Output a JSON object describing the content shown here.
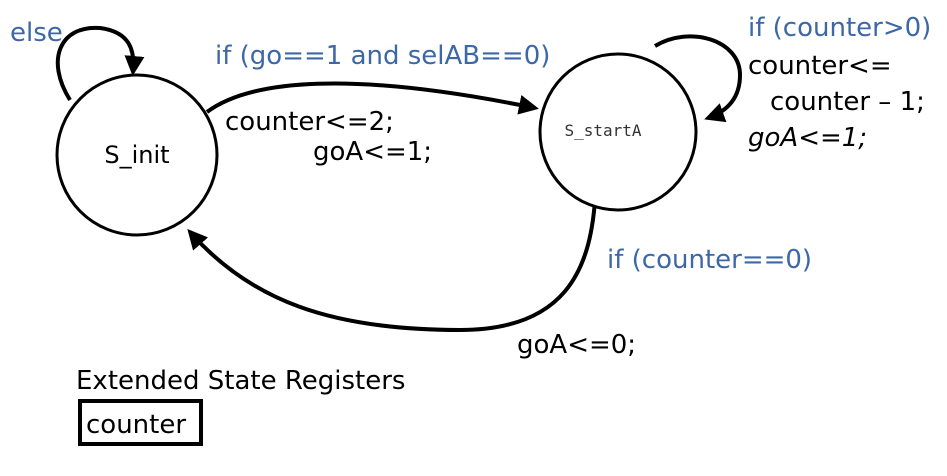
{
  "states": {
    "init": {
      "name": "S_init"
    },
    "startA": {
      "name": "S_startA"
    }
  },
  "transitions": {
    "init_self": {
      "condition": "else"
    },
    "init_to_startA": {
      "condition": "if (go==1 and selAB==0)",
      "actions": [
        "counter<=2;",
        "goA<=1;"
      ]
    },
    "startA_self": {
      "condition": "if (counter>0)",
      "actions": [
        "counter<=",
        "counter – 1;",
        "goA<=1;"
      ]
    },
    "startA_to_init": {
      "condition": "if (counter==0)",
      "actions": [
        "goA<=0;"
      ]
    }
  },
  "registers": {
    "title": "Extended State Registers",
    "items": [
      "counter"
    ]
  },
  "colors": {
    "condition": "#3c68a8",
    "action": "#000000"
  }
}
